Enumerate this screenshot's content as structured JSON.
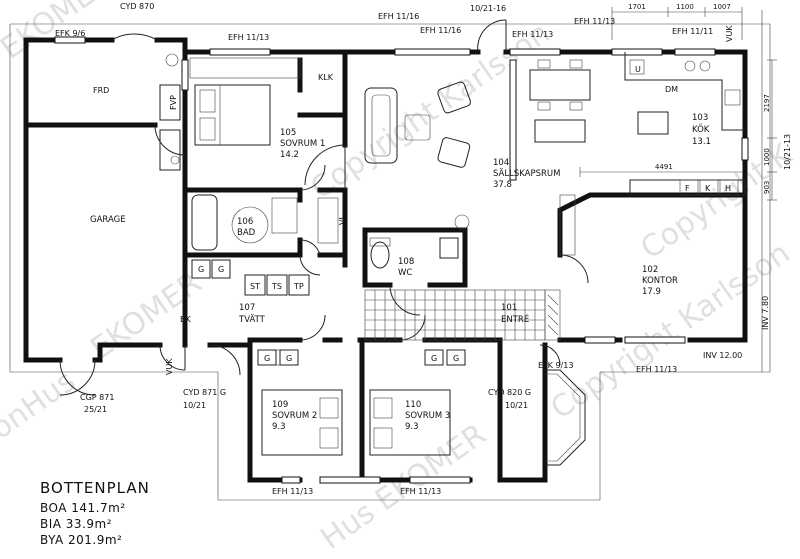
{
  "labels": {
    "cyd_870": "CYD 870",
    "efk_9_6": "EFK 9/6",
    "efh_11_13_a": "EFH 11/13",
    "efh_11_16_a": "EFH 11/16",
    "efh_11_16_b": "EFH 11/16",
    "win_10_21_16": "10/21-16",
    "efh_11_13_b": "EFH 11/13",
    "efh_11_13_c": "EFH 11/13",
    "efh_11_11": "EFH 11/11",
    "vuk_top": "VUK",
    "cgp_871": "CGP 871",
    "size_25_21": "25/21",
    "cyd_871_g": "CYD 871 G",
    "size_10_21_a": "10/21",
    "cyd_820_g": "CYD 820 G",
    "size_10_21_b": "10/21",
    "efk_9_13": "EFK 9/13",
    "efh_11_13_d": "EFH 11/13",
    "efh_11_13_e": "EFH 11/13",
    "efh_11_13_f": "EFH 11/13",
    "inv_12_00": "INV 12.00",
    "inv_7_80": "INV 7.80",
    "win_10_21_13": "10/21-13",
    "vuk_left": "VUK",
    "bk": "BK",
    "frd": "FRD",
    "fvp": "FVP",
    "klk": "KLK",
    "vl": "VL",
    "dm": "DM",
    "u": "U",
    "st": "ST",
    "ts": "TS",
    "tp": "TP",
    "g": "G",
    "f": "F",
    "k": "K",
    "h": "H"
  },
  "rooms": {
    "garage": "GARAGE",
    "sovrum1_no": "105",
    "sovrum1_name": "SOVRUM 1",
    "sovrum1_area": "14.2",
    "sallskap_no": "104",
    "sallskap_name": "SÄLLSKAPSRUM",
    "sallskap_area": "37.8",
    "kok_no": "103",
    "kok_name": "KÖK",
    "kok_area": "13.1",
    "bad_no": "106",
    "bad_name": "BAD",
    "wc_no": "108",
    "wc_name": "WC",
    "tvatt_no": "107",
    "tvatt_name": "TVÄTT",
    "kontor_no": "102",
    "kontor_name": "KONTOR",
    "kontor_area": "17.9",
    "entre_no": "101",
    "entre_name": "ENTRÉ",
    "sovrum2_no": "109",
    "sovrum2_name": "SOVRUM 2",
    "sovrum2_area": "9.3",
    "sovrum3_no": "110",
    "sovrum3_name": "SOVRUM 3",
    "sovrum3_area": "9.3"
  },
  "dimensions": {
    "d1701": "1701",
    "d1100": "1100",
    "d1007": "1007",
    "d2197": "2197",
    "d1000": "1000",
    "d903": "903",
    "d4491": "4491"
  },
  "summary": {
    "title": "BOTTENPLAN",
    "boa": "BOA 141.7m²",
    "bia": "BIA 33.9m²",
    "bya": "BYA 201.9m²"
  },
  "watermark": {
    "w1": "EKOMER",
    "w2": "Copyright Karlsson",
    "w3": "Copyright Karlsson",
    "w4": "EKOMER",
    "w5": "Copyright K",
    "w6": "Hus EKOMER",
    "w7": "onHus"
  }
}
